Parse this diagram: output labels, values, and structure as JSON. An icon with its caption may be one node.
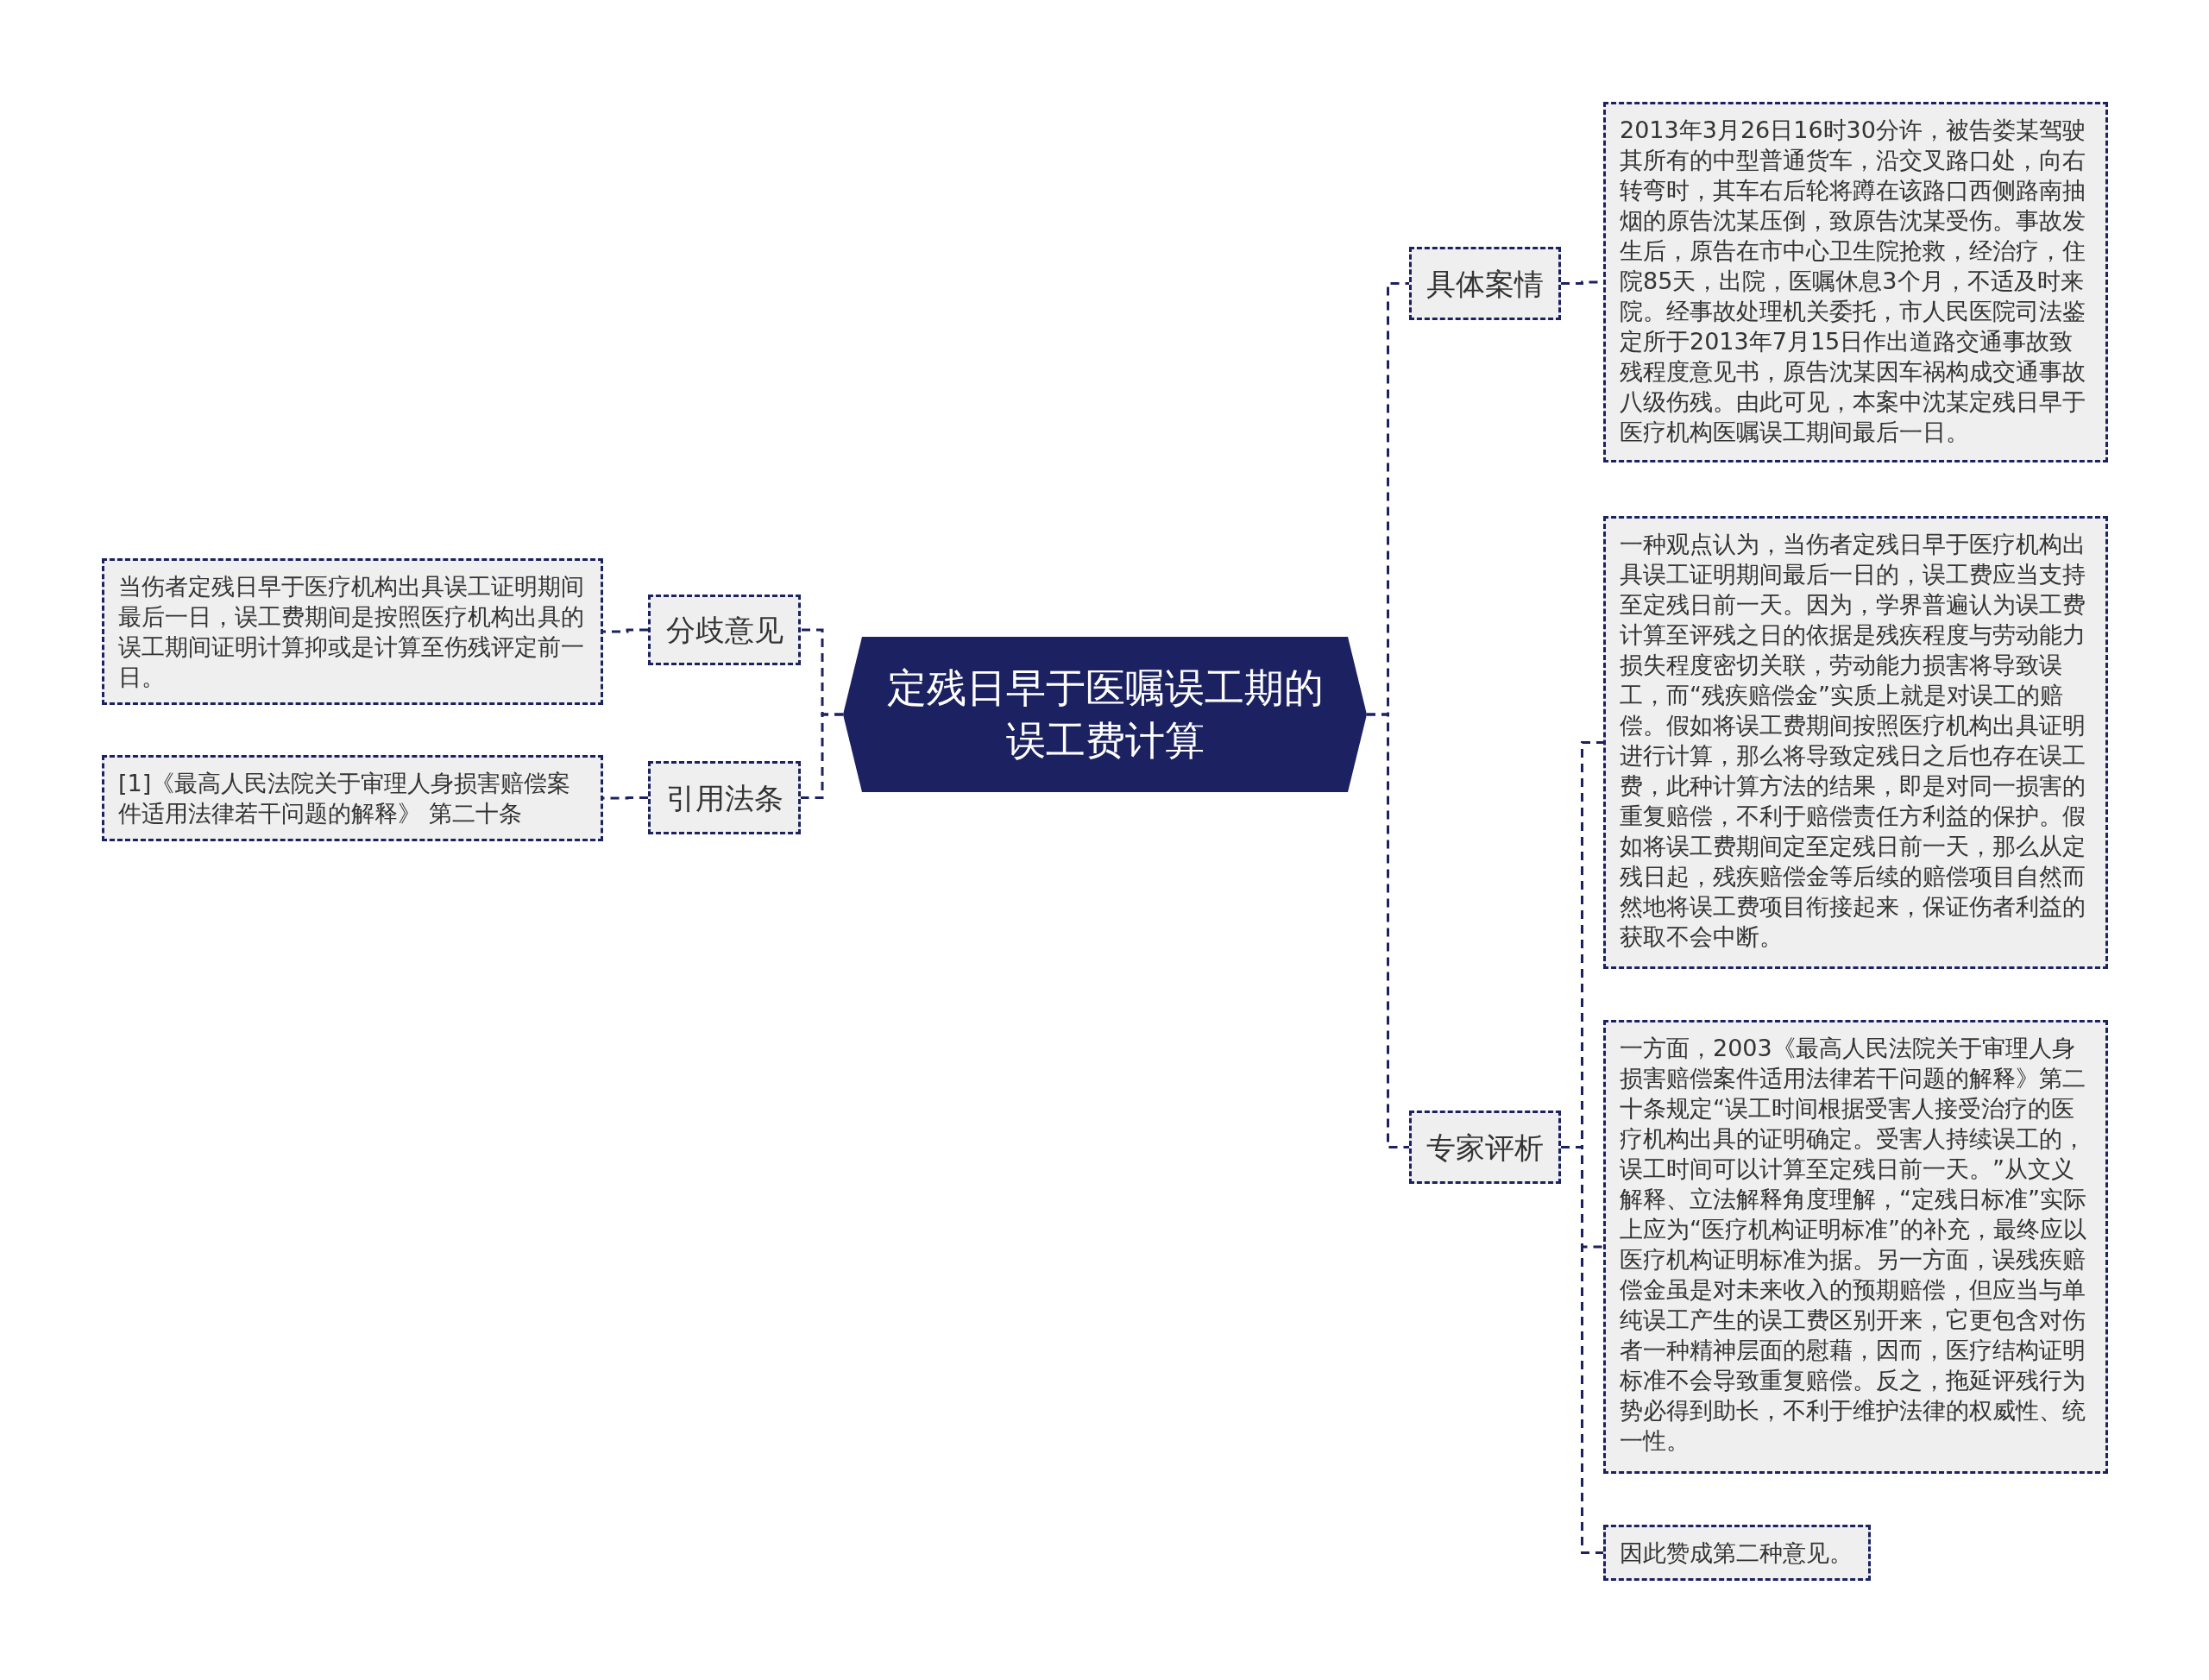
{
  "diagram": {
    "nodes": [
      {
        "text": [
          "定残日早于医嘱误工期的误工费计算"
        ]
      },
      {
        "text": [
          "具体案情"
        ]
      },
      {
        "text": [
          "2013年3月26日16时30分许，被告娄某驾驶其所有的中型普通货车，沿交叉路口处，向右转弯时，其车右后轮将蹲在该路口西侧路南抽烟的原告沈某压倒，致原告沈某受伤。事故发生后，原告在市中心卫生院抢救，经治疗，住院85天，出院，医嘱休息3个月，不适及时来院。经事故处理机关委托，市人民医院司法鉴定所于2013年7月15日作出道路交通事故致残程度意见书，原告沈某因车祸构成交通事故八级伤残。由此可见，本案中沈某定残日早于医疗机构医嘱误工期间最后一日。"
        ]
      },
      {
        "text": [
          "专家评析"
        ]
      },
      {
        "text": [
          "一种观点认为，当伤者定残日早于医疗机构出具误工证明期间最后一日的，误工费应当支持至定残日前一天。因为，学界普遍认为误工费计算至评残之日的依据是残疾程度与劳动能力损失程度密切关联，劳动能力损害将导致误工，而“残疾赔偿金”实质上就是对误工的赔偿。假如将误工费期间按照医疗机构出具证明进行计算，那么将导致定残日之后也存在误工费，此种计算方法的结果，即是对同一损害的重复赔偿，不利于赔偿责任方利益的保护。假如将误工费期间定至定残日前一天，那么从定残日起，残疾赔偿金等后续的赔偿项目自然而然地将误工费项目衔接起来，保证伤者利益的获取不会中断。"
        ]
      },
      {
        "text": [
          "一方面，2003《最高人民法院关于审理人身损害赔偿案件适用法律若干问题的解释》第二十条规定“误工时间根据受害人接受治疗的医疗机构出具的证明确定。受害人持续误工的，误工时间可以计算至定残日前一天。”从文义解释、立法解释角度理解，“定残日标准”实际上应为“医疗机构证明标准”的补充，最终应以医疗机构证明标准为据。另一方面，误残疾赔偿金虽是对未来收入的预期赔偿，但应当与单纯误工产生的误工费区别开来，它更包含对伤者一种精神层面的慰藉，因而，医疗结构证明标准不会导致重复赔偿。反之，拖延评残行为势必得到助长，不利于维护法律的权威性、统一性。"
        ]
      },
      {
        "text": [
          "因此赞成第二种意见。"
        ]
      },
      {
        "text": [
          "分歧意见"
        ]
      },
      {
        "text": [
          "当伤者定残日早于医疗机构出具误工证明期间最后一日，误工费期间是按照医疗机构出具的误工期间证明计算抑或是计算至伤残评定前一日。"
        ]
      },
      {
        "text": [
          "引用法条"
        ]
      },
      {
        "text": [
          "[1]《最高人民法院关于审理人身损害赔偿案件适用法律若干问题的解释》 第二十条"
        ]
      }
    ],
    "edges": [
      {
        "from": 0,
        "to": 1,
        "arrow": "none",
        "style": "dashed"
      },
      {
        "from": 1,
        "to": 2,
        "arrow": "none",
        "style": "dashed"
      },
      {
        "from": 0,
        "to": 3,
        "arrow": "none",
        "style": "dashed"
      },
      {
        "from": 3,
        "to": 4,
        "arrow": "none",
        "style": "dashed"
      },
      {
        "from": 3,
        "to": 5,
        "arrow": "none",
        "style": "dashed"
      },
      {
        "from": 3,
        "to": 6,
        "arrow": "none",
        "style": "dashed"
      },
      {
        "from": 0,
        "to": 7,
        "arrow": "none",
        "style": "dashed"
      },
      {
        "from": 7,
        "to": 8,
        "arrow": "none",
        "style": "dashed"
      },
      {
        "from": 0,
        "to": 9,
        "arrow": "none",
        "style": "dashed"
      },
      {
        "from": 9,
        "to": 10,
        "arrow": "none",
        "style": "dashed"
      }
    ]
  }
}
